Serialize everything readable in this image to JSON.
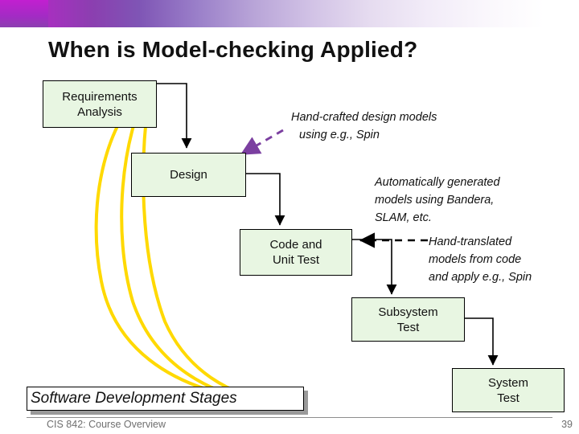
{
  "slide": {
    "title": "When is Model-checking Applied?",
    "caption": "Software Development Stages",
    "footer_text": "CIS 842: Course Overview",
    "footer_number": "39"
  },
  "colors": {
    "box_fill": "#e8f6e2",
    "box_border": "#000000",
    "curve": "#ffd900",
    "dashed_arrow": "#7b3fa0",
    "solid_arrow": "#000000",
    "band_start": "#b429c9",
    "band_end": "#ffffff"
  },
  "stages": [
    {
      "label": "Requirements\nAnalysis",
      "line1": "Requirements",
      "line2": "Analysis"
    },
    {
      "label": "Design",
      "line1": "Design",
      "line2": ""
    },
    {
      "label": "Code and\nUnit Test",
      "line1": "Code and",
      "line2": "Unit Test"
    },
    {
      "label": "Subsystem\nTest",
      "line1": "Subsystem",
      "line2": "Test"
    },
    {
      "label": "System\nTest",
      "line1": "System",
      "line2": "Test"
    }
  ],
  "annotations": [
    {
      "id": "hand-crafted",
      "line1": "Hand-crafted design models",
      "line2": "using e.g., Spin",
      "line3": ""
    },
    {
      "id": "auto-generated",
      "line1": "Automatically generated",
      "line2": "models using Bandera,",
      "line3": "SLAM, etc."
    },
    {
      "id": "hand-translated",
      "line1": "Hand-translated",
      "line2": "models from code",
      "line3": "and apply e.g., Spin"
    }
  ]
}
